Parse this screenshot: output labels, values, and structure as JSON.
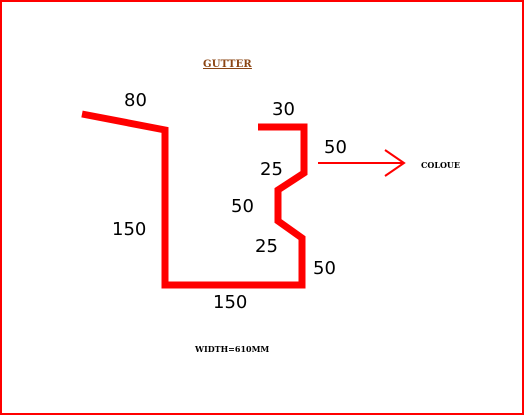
{
  "title": "GUTTER",
  "colour_label": "COLOUE",
  "width_label": "WIDTH=610MM",
  "colors": {
    "profile": "#ff0000",
    "border": "#ff0000",
    "title": "#8b4513",
    "text": "#000000"
  },
  "dimensions": {
    "lip": "80",
    "back_height": "150",
    "base": "150",
    "front_height": "50",
    "lower_angle": "25",
    "mid_vertical": "50",
    "upper_angle": "25",
    "top_vertical": "50",
    "top_return": "30"
  }
}
